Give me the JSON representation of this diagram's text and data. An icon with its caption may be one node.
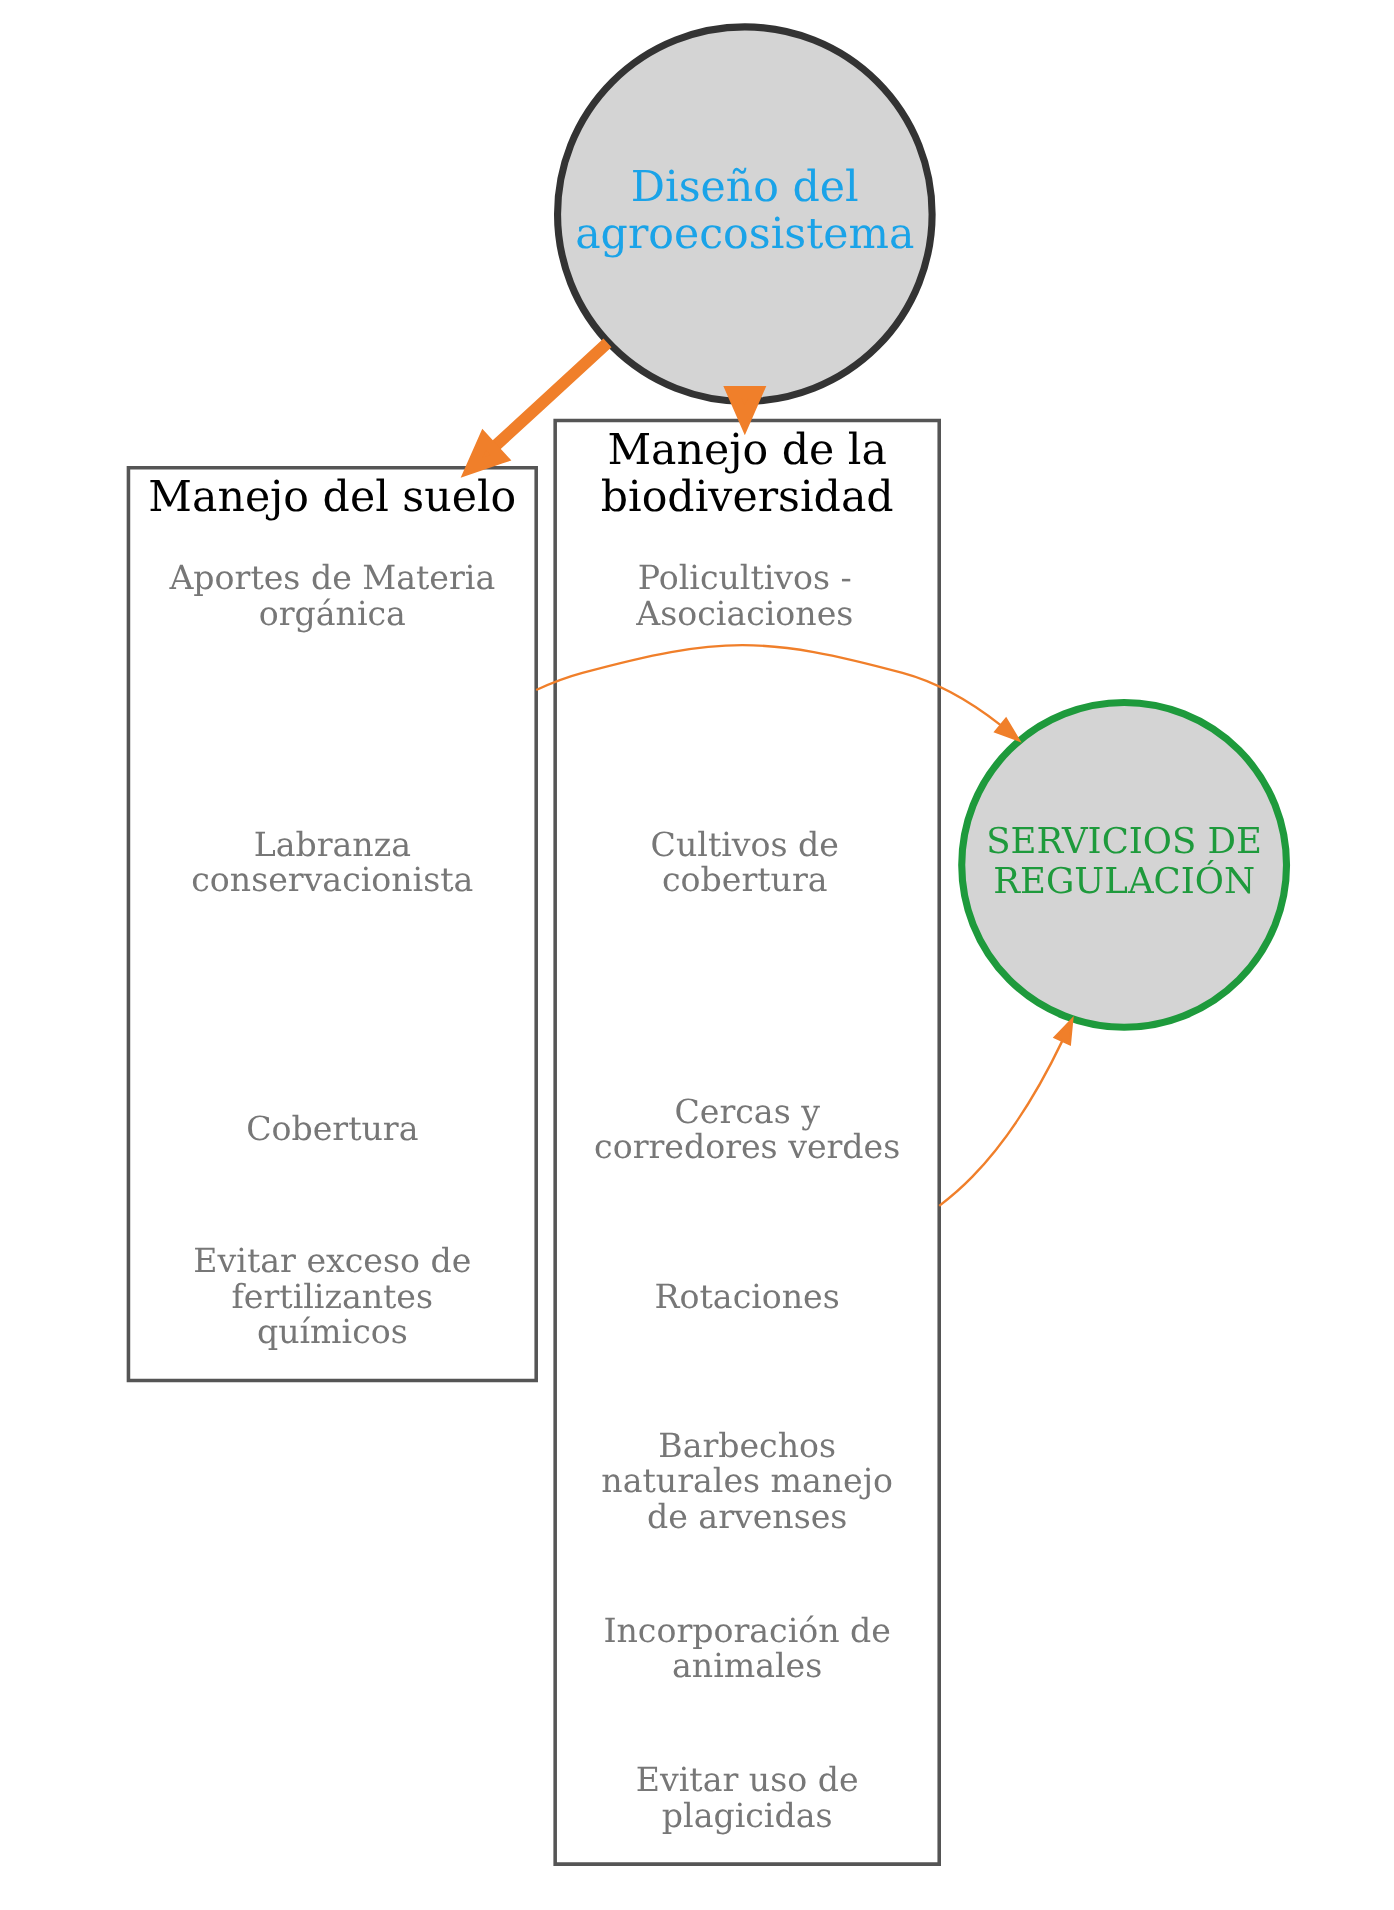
{
  "diagram": {
    "nodes": [
      {
        "text": [
          "Diseño del agroecosistema"
        ]
      },
      {
        "text": [
          "Manejo del suelo"
        ]
      },
      {
        "text": [
          "Aportes de Materia orgánica"
        ],
        "in": 1
      },
      {
        "text": [
          "Labranza conservacionista"
        ],
        "in": 1
      },
      {
        "text": [
          "Cobertura"
        ],
        "in": 1
      },
      {
        "text": [
          "Evitar exceso de fertilizantes químicos"
        ],
        "in": 1
      },
      {
        "text": [
          "Manejo de la biodiversidad"
        ]
      },
      {
        "text": [
          "Policultivos - Asociaciones"
        ],
        "in": 6
      },
      {
        "text": [
          "Cultivos de cobertura"
        ],
        "in": 6
      },
      {
        "text": [
          "Cercas y corredores verdes"
        ],
        "in": 6
      },
      {
        "text": [
          "Rotaciones"
        ],
        "in": 6
      },
      {
        "text": [
          "Barbechos naturales manejo de arvenses"
        ],
        "in": 6
      },
      {
        "text": [
          "Incorporación de animales"
        ],
        "in": 6
      },
      {
        "text": [
          "Evitar uso de plagicidas"
        ],
        "in": 6
      },
      {
        "text": [
          "SERVICIOS DE REGULACIÓN"
        ]
      }
    ],
    "edges": [
      {
        "from": 0,
        "to": 1,
        "arrow": "to",
        "style": "thick",
        "color": "#f07f2a"
      },
      {
        "from": 0,
        "to": 6,
        "arrow": "to",
        "style": "thick",
        "color": "#f07f2a"
      },
      {
        "from": 1,
        "to": 14,
        "arrow": "to",
        "color": "#f07f2a"
      },
      {
        "from": 6,
        "to": 14,
        "arrow": "to",
        "color": "#f07f2a"
      }
    ]
  }
}
